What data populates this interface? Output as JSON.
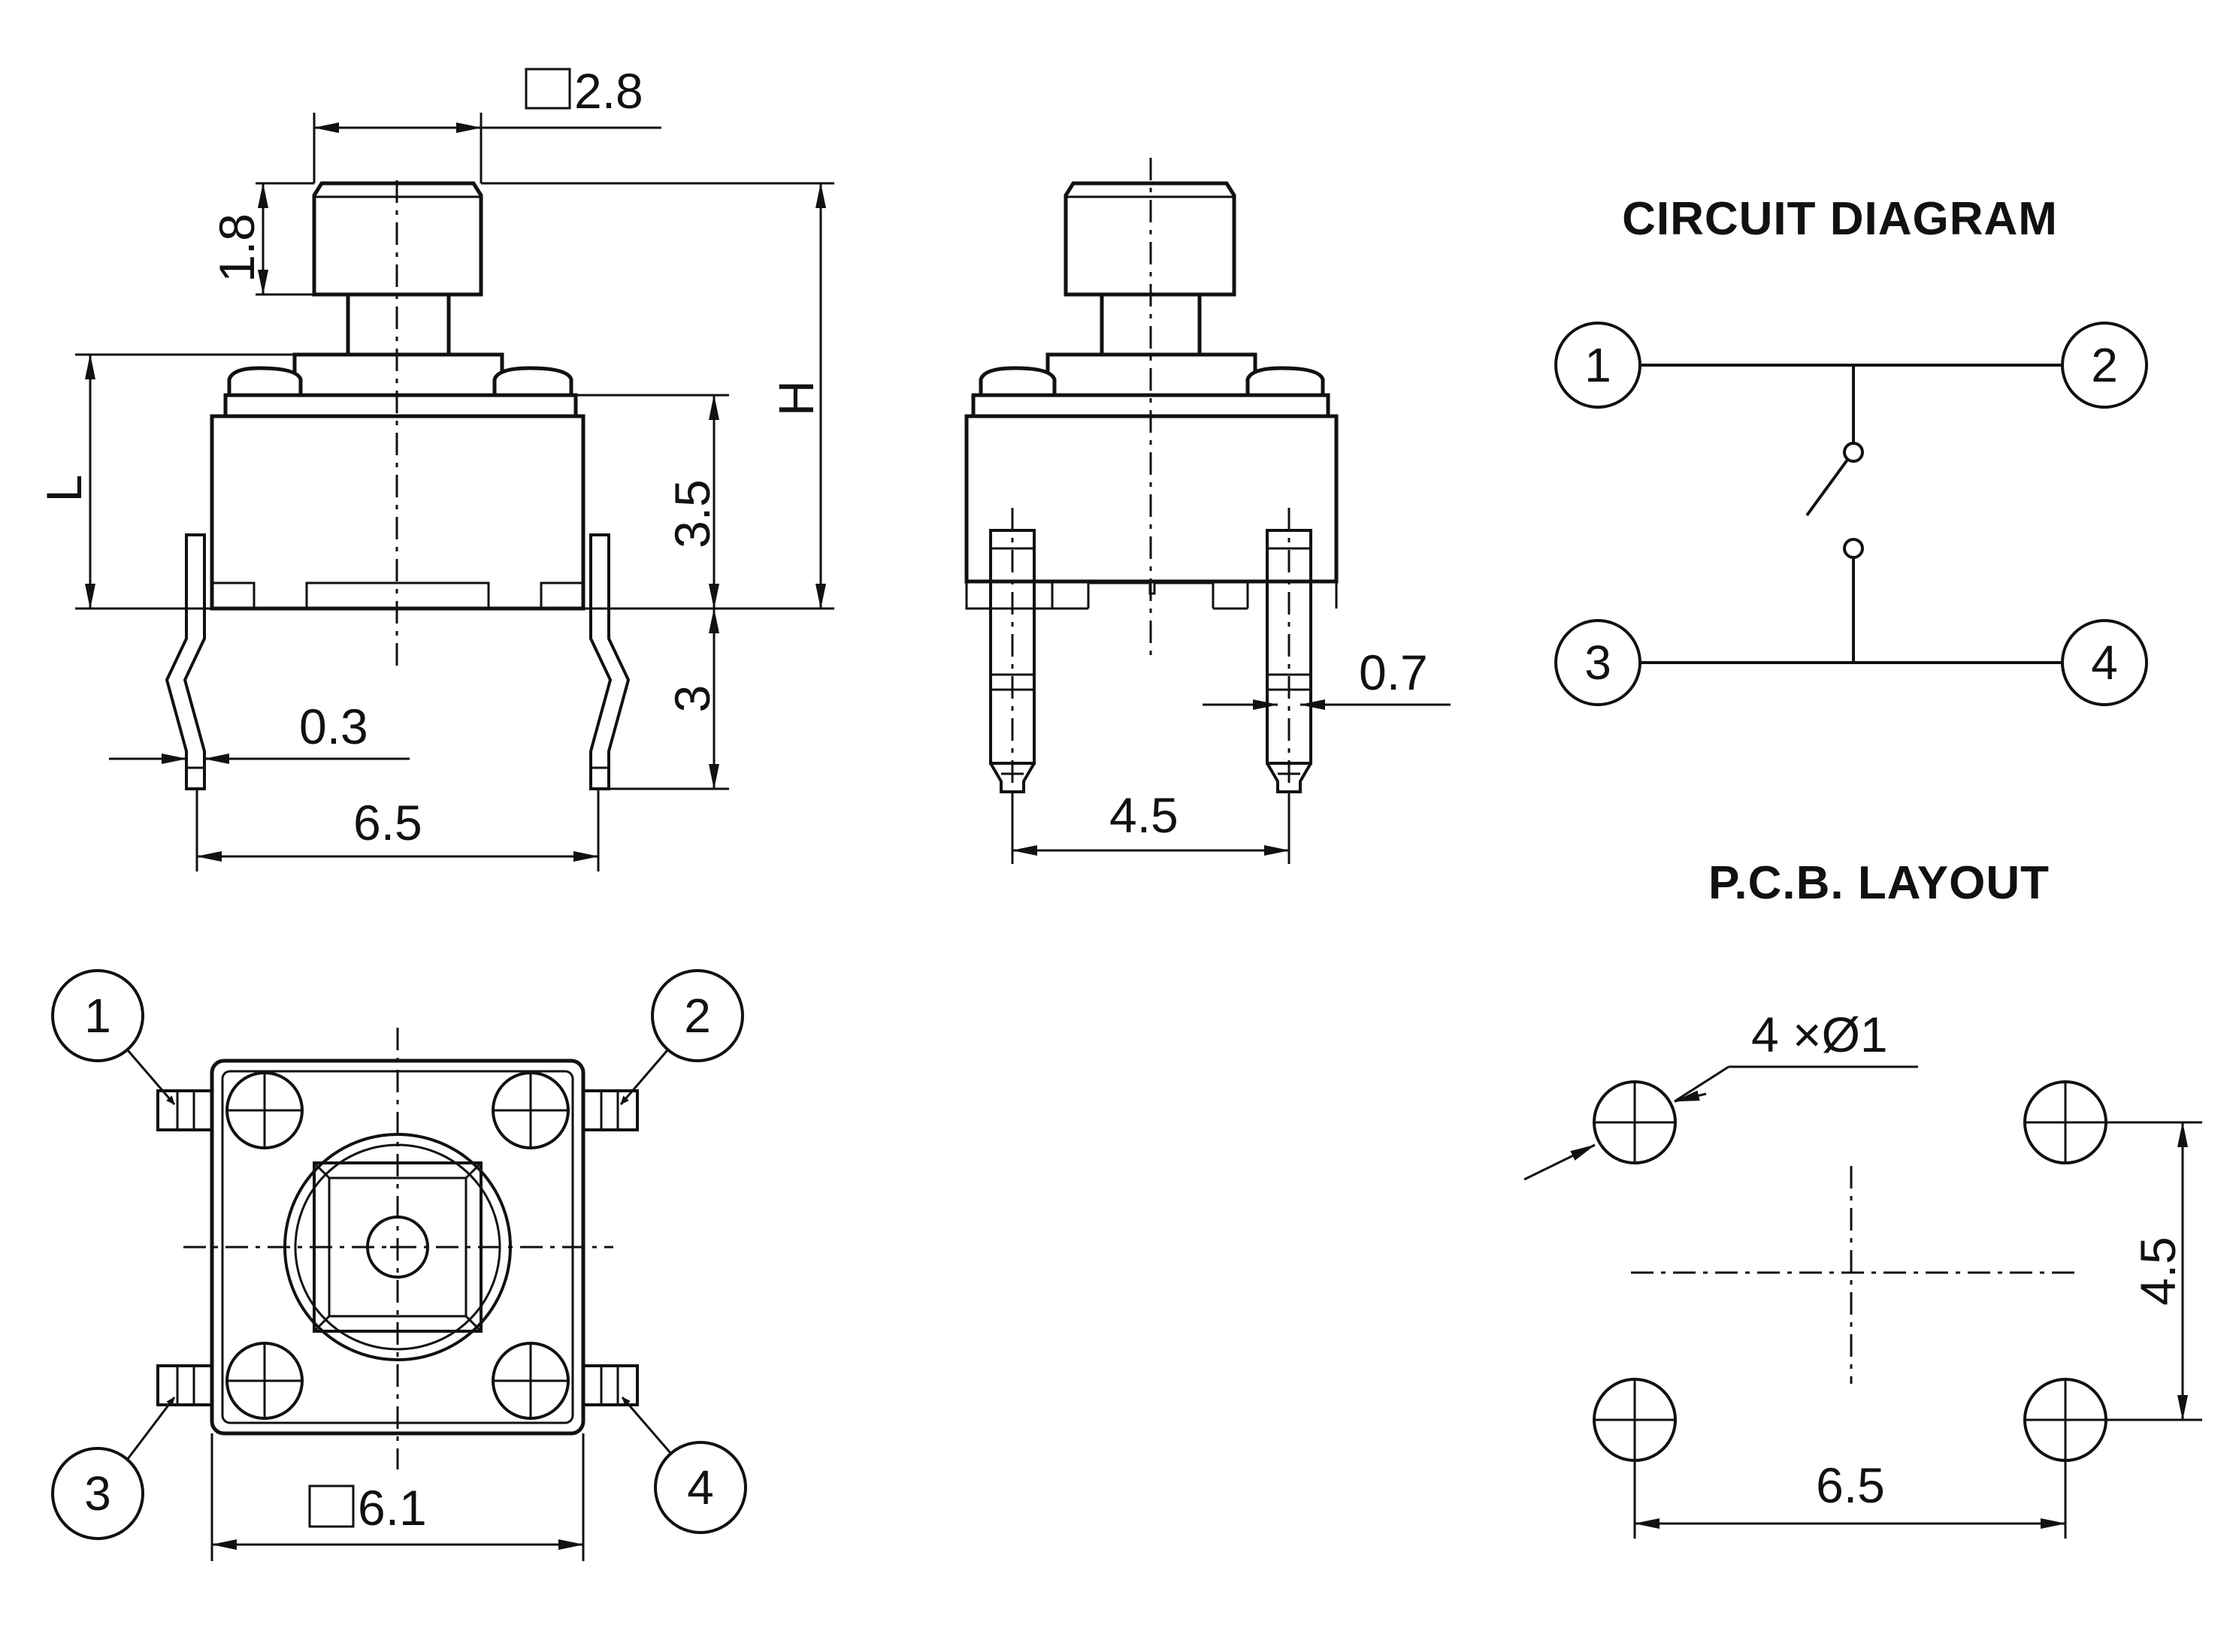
{
  "side_view": {
    "dim_cap_square": "2.8",
    "dim_cap_height": "1.8",
    "dim_total_height": "H",
    "dim_stem_length": "L",
    "dim_body_height": "3.5",
    "dim_lead_length": "3",
    "dim_lead_thickness": "0.3",
    "dim_lead_spacing": "6.5"
  },
  "front_view": {
    "dim_lead_width": "0.7",
    "dim_lead_spacing": "4.5"
  },
  "top_view": {
    "dim_body_square": "6.1",
    "pins": [
      "1",
      "2",
      "3",
      "4"
    ]
  },
  "circuit_diagram": {
    "title": "CIRCUIT DIAGRAM",
    "pins": [
      "1",
      "2",
      "3",
      "4"
    ]
  },
  "pcb_layout": {
    "title": "P.C.B. LAYOUT",
    "hole_callout": "4 ×Ø1",
    "dim_vertical": "4.5",
    "dim_horizontal": "6.5"
  }
}
